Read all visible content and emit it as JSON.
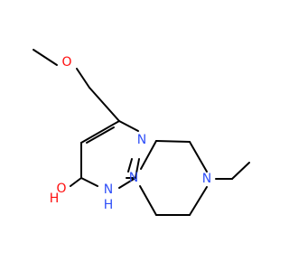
{
  "colors": {
    "background": "#ffffff",
    "bond": "#000000",
    "oxygen": "#ff0d0d",
    "nitrogen": "#3050f8"
  },
  "atoms": {
    "methoxy_o": "O",
    "ring_n3": "N",
    "ring_nh": "H",
    "ring_n_nh": "N",
    "carbonyl_o": "O",
    "carbonyl_h": "H",
    "pip_n1": "N",
    "pip_n4": "N"
  }
}
